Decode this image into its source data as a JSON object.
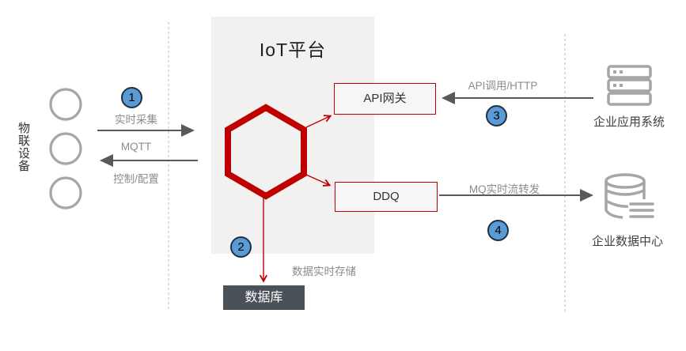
{
  "colors": {
    "red": "#C00000",
    "panel": "#F1F1F1",
    "dark_box": "#4A5159",
    "step_fill": "#5B9BD5",
    "arrow": "#595959",
    "label": "#8C8C8C",
    "icon": "#A6A6A6"
  },
  "platform": {
    "title": "IoT平台",
    "gateway_label": "API网关",
    "ddq_label": "DDQ"
  },
  "devices": {
    "label": "物联设备"
  },
  "database": {
    "label": "数据库"
  },
  "external": {
    "app_label": "企业应用系统",
    "dc_label": "企业数据中心"
  },
  "flows": {
    "collect": "实时采集",
    "mqtt": "MQTT",
    "control": "控制/配置",
    "api_http": "API调用/HTTP",
    "mq_stream": "MQ实时流转发",
    "store": "数据实时存储"
  },
  "steps": {
    "one": "1",
    "two": "2",
    "three": "3",
    "four": "4"
  }
}
